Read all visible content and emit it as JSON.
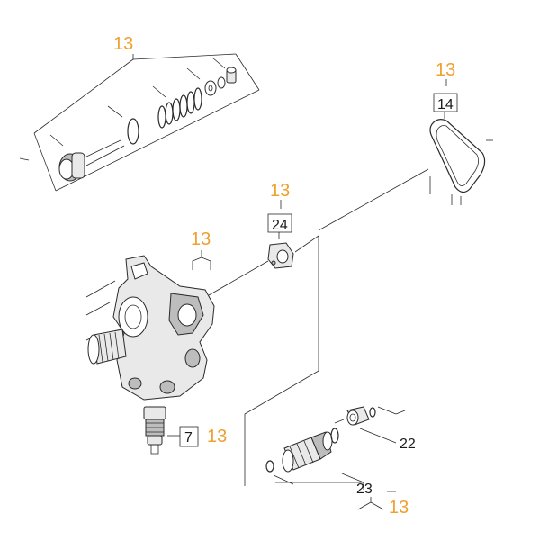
{
  "colors": {
    "group_label": "#f0a030",
    "part_label": "#1a1a1a",
    "line": "#2a2a2a"
  },
  "groups": {
    "top_valve": "13",
    "seal_ring": "13",
    "cover": "13",
    "housing": "13",
    "valve_insert": "13",
    "piston_set": "13"
  },
  "parts": {
    "seal_ring": "14",
    "cover": "24",
    "valve_insert": "7",
    "small_cap": "22",
    "piston_set": "23"
  }
}
